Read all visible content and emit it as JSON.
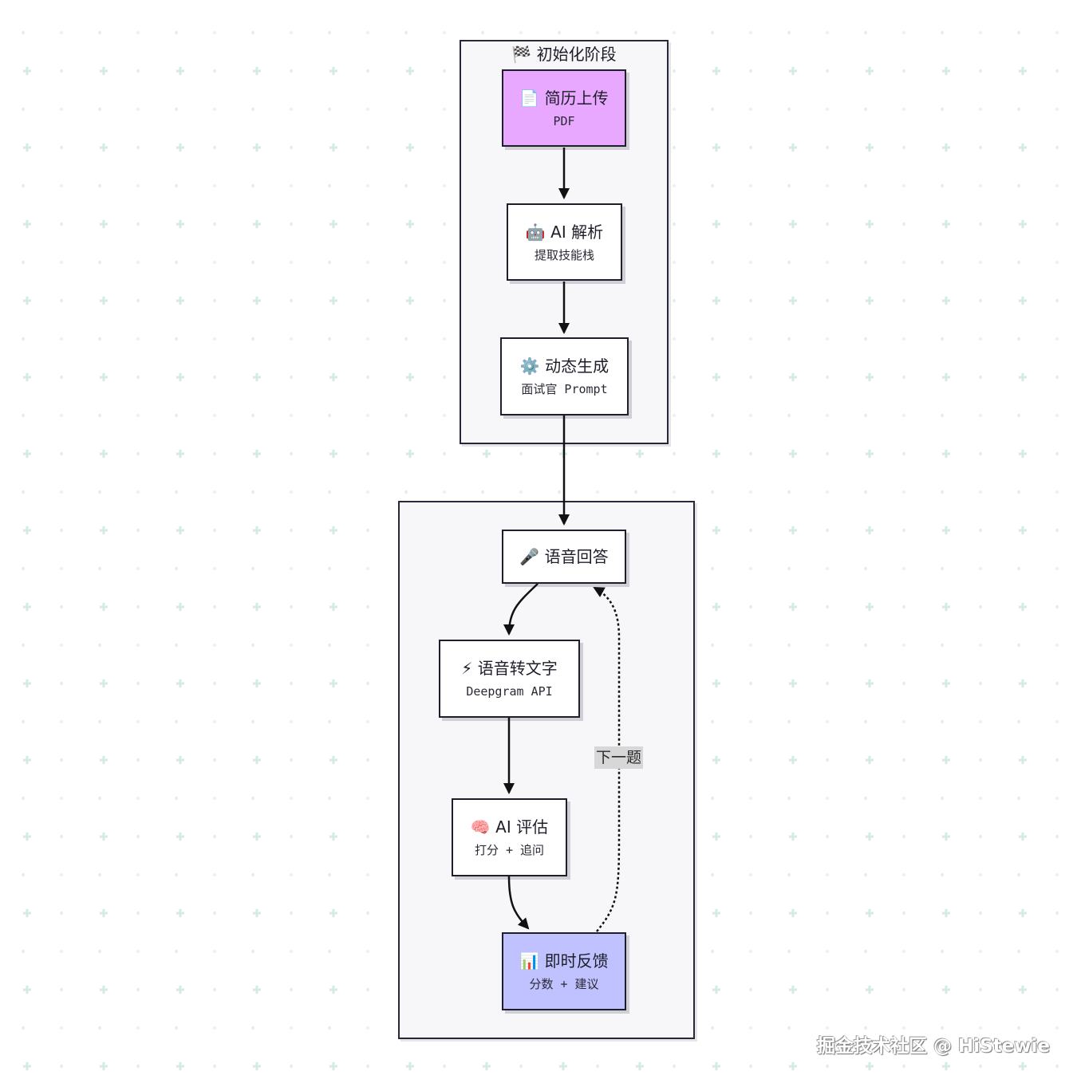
{
  "clusters": {
    "init": {
      "title": "🏁 初始化阶段"
    }
  },
  "nodes": {
    "upload": {
      "title": "📄 简历上传",
      "sub": "PDF",
      "fill": "#e8a8ff"
    },
    "parse": {
      "title": "🤖 AI 解析",
      "sub": "提取技能栈"
    },
    "generate": {
      "title": "⚙️ 动态生成",
      "sub": "面试官 Prompt"
    },
    "voice": {
      "title": "🎤 语音回答"
    },
    "stt": {
      "title": "⚡ 语音转文字",
      "sub": "Deepgram API"
    },
    "eval": {
      "title": "🧠 AI 评估",
      "sub": "打分 + 追问"
    },
    "feedback": {
      "title": "📊 即时反馈",
      "sub": "分数 + 建议",
      "fill": "#bfc2ff"
    }
  },
  "edges": {
    "loop_label": "下一题"
  },
  "watermark": "掘金技术社区 @ HiStewie"
}
